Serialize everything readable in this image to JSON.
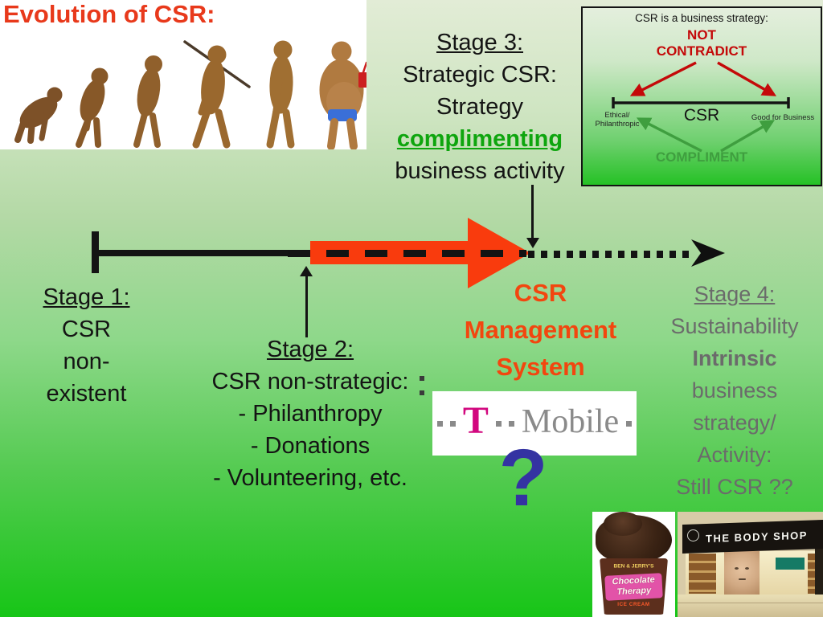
{
  "slide": {
    "title": "Evolution of CSR:"
  },
  "stage1": {
    "heading": "Stage 1:",
    "lines": [
      "CSR",
      "non-",
      "existent"
    ]
  },
  "stage2": {
    "heading": "Stage 2:",
    "lines": [
      "CSR non-strategic:",
      "- Philanthropy",
      "- Donations",
      "- Volunteering, etc."
    ]
  },
  "stage3": {
    "heading": "Stage 3:",
    "line1": "Strategic CSR:",
    "line2": "Strategy",
    "highlight": "complimenting",
    "tail": "business activity"
  },
  "stage4": {
    "heading": "Stage 4:",
    "line1": "Sustainability",
    "bold_line": "Intrinsic",
    "line2": "business",
    "line3": "strategy/",
    "line4": "Activity:",
    "line5": "Still CSR ??"
  },
  "csr_management": {
    "line1": "CSR",
    "line2": "Management",
    "line3": "System"
  },
  "question_mark": "?",
  "strategy_diagram": {
    "title": "CSR is a business strategy:",
    "warning_line1": "NOT",
    "warning_line2": "CONTRADICT",
    "axis_label": "CSR",
    "left_label_line1": "Ethical/",
    "left_label_line2": "Philanthropic",
    "right_label": "Good for Business",
    "bottom_label": "COMPLIMENT"
  },
  "tmobile_logo": {
    "t": "T",
    "word": "Mobile"
  },
  "ben_jerrys": {
    "brand": "BEN & JERRY'S",
    "flavor_line1": "Chocolate",
    "flavor_line2": "Therapy",
    "product": "ICE CREAM"
  },
  "body_shop": {
    "sign": "THE BODY SHOP"
  },
  "colors": {
    "title_red": "#e8391b",
    "warning_red": "#c40909",
    "compliment_green": "#3f9e3f",
    "highlight_green": "#0ea50e",
    "arrow_red": "#f93b0d",
    "management_red": "#f2460f",
    "question_indigo": "#3433a2",
    "stage4_gray": "#6b6b6b",
    "tmobile_magenta": "#d2087f",
    "background_bottom_green": "#17c517"
  }
}
